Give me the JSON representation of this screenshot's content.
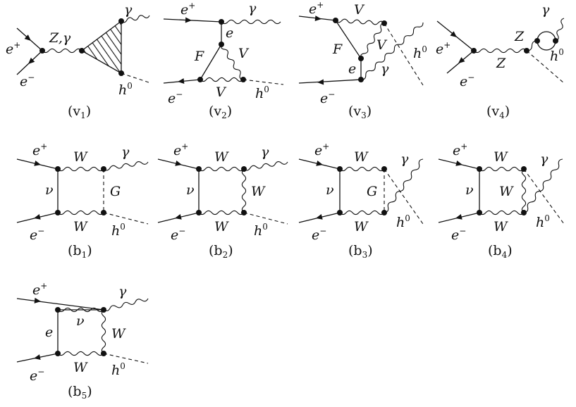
{
  "diagrams": {
    "v1": {
      "caption_main": "(v",
      "caption_sub": "1",
      "caption_close": ")",
      "l_eplus": "e",
      "l_eplus_sup": "+",
      "l_eminus": "e",
      "l_eminus_sup": "−",
      "l_prop": "Z,γ",
      "l_gamma": "γ",
      "l_h": "h",
      "l_h_sup": "0"
    },
    "v2": {
      "caption_main": "(v",
      "caption_sub": "2",
      "caption_close": ")",
      "l_eplus": "e",
      "l_eplus_sup": "+",
      "l_eminus": "e",
      "l_eminus_sup": "−",
      "l_gamma": "γ",
      "l_e": "e",
      "l_F": "F",
      "l_V1": "V",
      "l_V2": "V",
      "l_h": "h",
      "l_h_sup": "0"
    },
    "v3": {
      "caption_main": "(v",
      "caption_sub": "3",
      "caption_close": ")",
      "l_eplus": "e",
      "l_eplus_sup": "+",
      "l_eminus": "e",
      "l_eminus_sup": "−",
      "l_V1": "V",
      "l_V2": "V",
      "l_F": "F",
      "l_e": "e",
      "l_gamma": "γ",
      "l_h": "h",
      "l_h_sup": "0"
    },
    "v4": {
      "caption_main": "(v",
      "caption_sub": "4",
      "caption_close": ")",
      "l_eplus": "e",
      "l_eplus_sup": "+",
      "l_eminus": "e",
      "l_eminus_sup": "−",
      "l_Z1": "Z",
      "l_Z2": "Z",
      "l_gamma": "γ",
      "l_h": "h",
      "l_h_sup": "0"
    },
    "b1": {
      "caption_main": "(b",
      "caption_sub": "1",
      "caption_close": ")",
      "l_eplus": "e",
      "l_eplus_sup": "+",
      "l_eminus": "e",
      "l_eminus_sup": "−",
      "l_W1": "W",
      "l_W2": "W",
      "l_nu": "ν",
      "l_G": "G",
      "l_gamma": "γ",
      "l_h": "h",
      "l_h_sup": "0"
    },
    "b2": {
      "caption_main": "(b",
      "caption_sub": "2",
      "caption_close": ")",
      "l_eplus": "e",
      "l_eplus_sup": "+",
      "l_eminus": "e",
      "l_eminus_sup": "−",
      "l_W1": "W",
      "l_W2": "W",
      "l_W3": "W",
      "l_nu": "ν",
      "l_gamma": "γ",
      "l_h": "h",
      "l_h_sup": "0"
    },
    "b3": {
      "caption_main": "(b",
      "caption_sub": "3",
      "caption_close": ")",
      "l_eplus": "e",
      "l_eplus_sup": "+",
      "l_eminus": "e",
      "l_eminus_sup": "−",
      "l_W1": "W",
      "l_W2": "W",
      "l_nu": "ν",
      "l_G": "G",
      "l_gamma": "γ",
      "l_h": "h",
      "l_h_sup": "0"
    },
    "b4": {
      "caption_main": "(b",
      "caption_sub": "4",
      "caption_close": ")",
      "l_eplus": "e",
      "l_eplus_sup": "+",
      "l_eminus": "e",
      "l_eminus_sup": "−",
      "l_W1": "W",
      "l_W2": "W",
      "l_W3": "W",
      "l_nu": "ν",
      "l_gamma": "γ",
      "l_h": "h",
      "l_h_sup": "0"
    },
    "b5": {
      "caption_main": "(b",
      "caption_sub": "5",
      "caption_close": ")",
      "l_eplus": "e",
      "l_eplus_sup": "+",
      "l_eminus": "e",
      "l_eminus_sup": "−",
      "l_nu": "ν",
      "l_e": "e",
      "l_W1": "W",
      "l_W2": "W",
      "l_gamma": "γ",
      "l_h": "h",
      "l_h_sup": "0"
    }
  }
}
